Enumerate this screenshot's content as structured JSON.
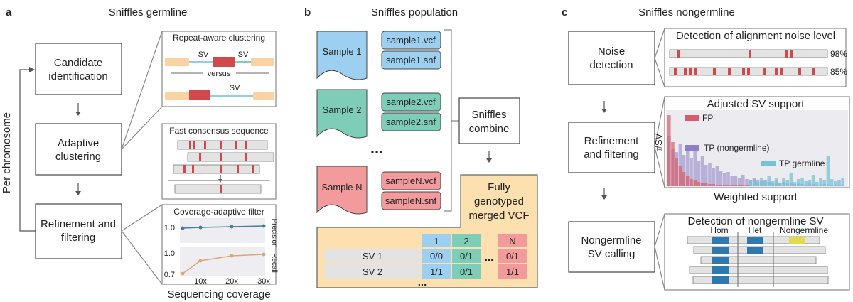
{
  "colors": {
    "blue": "#9dcff0",
    "blue_dark": "#2e7ab0",
    "teal": "#7dcdb8",
    "pink": "#f29a9c",
    "orange": "#fde0b0",
    "red": "#d34848",
    "gray": "#e3e3e3",
    "light_blue": "#a8d8ee",
    "sv_red": "#cf4a4a",
    "sv_blue": "#8ecfe8",
    "sv_orange": "#fbd3a3",
    "yellow": "#e2dc4a",
    "precision": "#3f7e9c",
    "recall": "#d9a872",
    "fp": "#d65c6a",
    "tp_nongermline": "#8f7fc8",
    "tp_germline": "#78c2d8"
  },
  "panel_a": {
    "letter": "a",
    "title": "Sniffles germline",
    "side_label": "Per chromosome",
    "step1": [
      "Candidate",
      "identification"
    ],
    "step2": [
      "Adaptive",
      "clustering"
    ],
    "step3": [
      "Refinement and",
      "filtering"
    ],
    "repeat": {
      "title": "Repeat-aware clustering",
      "sv_label": "SV",
      "versus": "versus"
    },
    "consensus": {
      "title": "Fast consensus sequence"
    },
    "filter": {
      "title": "Coverage-adaptive filter",
      "precision_label": "Precision",
      "recall_label": "Recall",
      "y_ticks_precision": [
        "1.0"
      ],
      "y_ticks_recall": [
        "1.0",
        "0.7"
      ],
      "x_ticks": [
        "10x",
        "20x",
        "30x"
      ]
    },
    "xlabel": "Sequencing coverage"
  },
  "panel_b": {
    "letter": "b",
    "title": "Sniffles population",
    "samples": [
      {
        "name": "Sample 1",
        "vcf": "sample1.vcf",
        "snf": "sample1.snf"
      },
      {
        "name": "Sample 2",
        "vcf": "sample2.vcf",
        "snf": "sample2.snf"
      },
      {
        "name": "Sample N",
        "vcf": "sampleN.vcf",
        "snf": "sampleN.snf"
      }
    ],
    "ellipsis": "...",
    "combine": [
      "Sniffles",
      "combine"
    ],
    "merged": [
      "Fully",
      "genotyped",
      "merged VCF"
    ],
    "table": {
      "headers": [
        "1",
        "2",
        "N"
      ],
      "rows": [
        {
          "label": "SV 1",
          "values": [
            "0/0",
            "0/1",
            "0/1"
          ]
        },
        {
          "label": "SV 2",
          "values": [
            "1/1",
            "0/1",
            "1/1"
          ]
        }
      ],
      "mid_ellipsis": "...",
      "bottom_ellipsis": "..."
    }
  },
  "panel_c": {
    "letter": "c",
    "title": "Sniffles nongermline",
    "step1": [
      "Noise",
      "detection"
    ],
    "step2": [
      "Refinement",
      "and filtering"
    ],
    "step3": [
      "Nongermline",
      "SV calling"
    ],
    "noise": {
      "title": "Detection of alignment noise level",
      "levels": [
        "98%",
        "85%"
      ]
    },
    "support": {
      "title": "Adjusted SV support",
      "ylabel": "#SV",
      "xlabel": "Weighted support",
      "legend_fp": "FP",
      "legend_tp_nongermline": "TP (nongermline)",
      "legend_tp_germline": "TP germline"
    },
    "nongermline": {
      "title": "Detection of nongermline SV",
      "labels": [
        "Hom",
        "Het",
        "Nongermline"
      ]
    }
  }
}
